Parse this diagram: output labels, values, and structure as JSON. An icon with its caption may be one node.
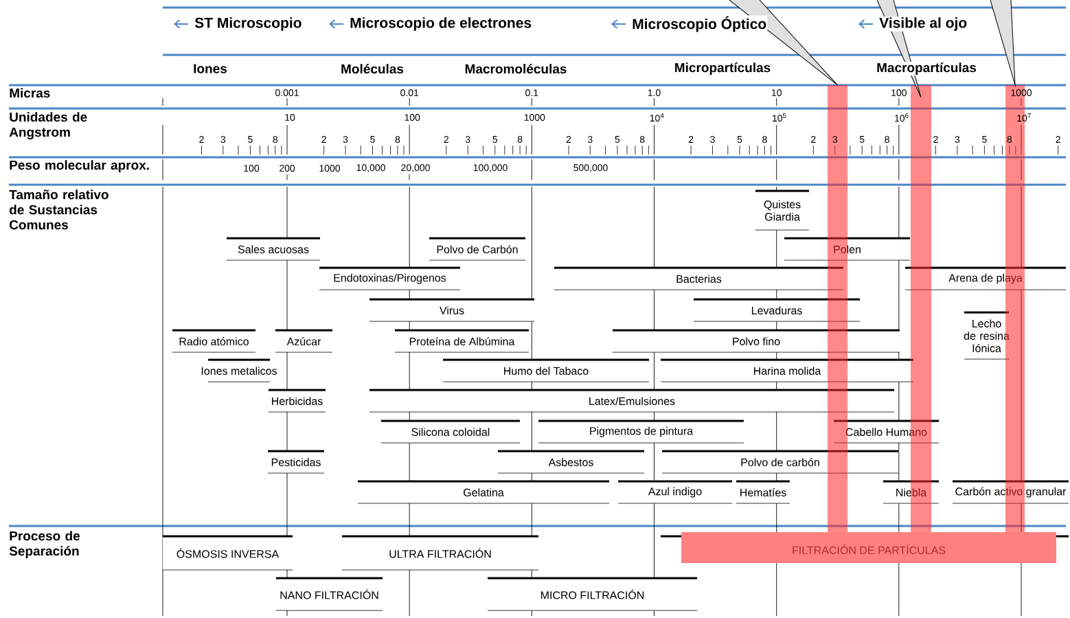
{
  "diagram": {
    "nodes": [
      {
        "text": [
          "Quistes Giardia"
        ]
      },
      {
        "text": [
          "Sales acuosas"
        ]
      },
      {
        "text": [
          "Polvo de Carbón"
        ]
      },
      {
        "text": [
          "Polen"
        ]
      },
      {
        "text": [
          "Endotoxinas/Pirogenos"
        ]
      },
      {
        "text": [
          "Bacterias"
        ]
      },
      {
        "text": [
          "Arena de playa"
        ]
      },
      {
        "text": [
          "Virus"
        ]
      },
      {
        "text": [
          "Levaduras"
        ]
      },
      {
        "text": [
          "Radio atómico"
        ]
      },
      {
        "text": [
          "Azúcar"
        ]
      },
      {
        "text": [
          "Proteína de Albúmina"
        ]
      },
      {
        "text": [
          "Polvo fino"
        ]
      },
      {
        "text": [
          "Lecho de resina Iónica"
        ]
      },
      {
        "text": [
          "Iones metalicos"
        ]
      },
      {
        "text": [
          "Humo del Tabaco"
        ]
      },
      {
        "text": [
          "Harina molida"
        ]
      },
      {
        "text": [
          "Herbicidas"
        ]
      },
      {
        "text": [
          "Latex/Emulsiones"
        ]
      },
      {
        "text": [
          "Silicona coloidal"
        ]
      },
      {
        "text": [
          "Pigmentos de pintura"
        ]
      },
      {
        "text": [
          "Cabello Humano"
        ]
      },
      {
        "text": [
          "Pesticidas"
        ]
      },
      {
        "text": [
          "Asbestos"
        ]
      },
      {
        "text": [
          "Polvo de carbón"
        ]
      },
      {
        "text": [
          "Gelatina"
        ]
      },
      {
        "text": [
          "Azul indigo"
        ]
      },
      {
        "text": [
          "Hematíes"
        ]
      },
      {
        "text": [
          "Niebla"
        ]
      },
      {
        "text": [
          "Carbón activo granular"
        ]
      },
      {
        "text": [
          "ÓSMOSIS INVERSA"
        ]
      },
      {
        "text": [
          "ULTRA FILTRACIÓN"
        ]
      },
      {
        "text": [
          "FILTRACIÓN DE PARTÍCULAS"
        ]
      },
      {
        "text": [
          "NANO FILTRACIÓN"
        ]
      },
      {
        "text": [
          "MICRO FILTRACIÓN"
        ]
      },
      {
        "text": [],
        "shape": "bar"
      },
      {
        "text": [],
        "shape": "bar"
      },
      {
        "text": [],
        "shape": "bar"
      }
    ],
    "edges": [
      {
        "from": null,
        "to": 35,
        "arrow": "none"
      },
      {
        "from": null,
        "to": 36,
        "arrow": "none"
      },
      {
        "from": null,
        "to": 37,
        "arrow": "none"
      }
    ],
    "labels": [
      "ST Microscopio",
      "Microscopio de electrones",
      "Microscopio Óptico",
      "Visible al ojo",
      "Iones",
      "Moléculas",
      "Macromoléculas",
      "Micropartículas",
      "Macropartículas",
      "Micras",
      "0.001",
      "0.01",
      "0.1",
      "1.0",
      "10",
      "100",
      "1000",
      "Unidades de Angstrom",
      "10",
      "100",
      "1000",
      "10$^{4}$",
      "10$^{5}$",
      "10$^{6}$",
      "10$^{7}$",
      "2",
      "3",
      "5",
      "8",
      "2",
      "3",
      "5",
      "8",
      "2",
      "3",
      "5",
      "8",
      "2",
      "3",
      "5",
      "8",
      "2",
      "3",
      "5",
      "8",
      "2",
      "3",
      "5",
      "8",
      "2",
      "3",
      "5",
      "8",
      "2",
      "Peso molecular aprox.",
      "100",
      "200",
      "1000",
      "10,000",
      "20,000",
      "100,000",
      "500,000",
      "Tamaño relativo de Sustancias Comunes",
      "Proceso de Separación"
    ]
  }
}
